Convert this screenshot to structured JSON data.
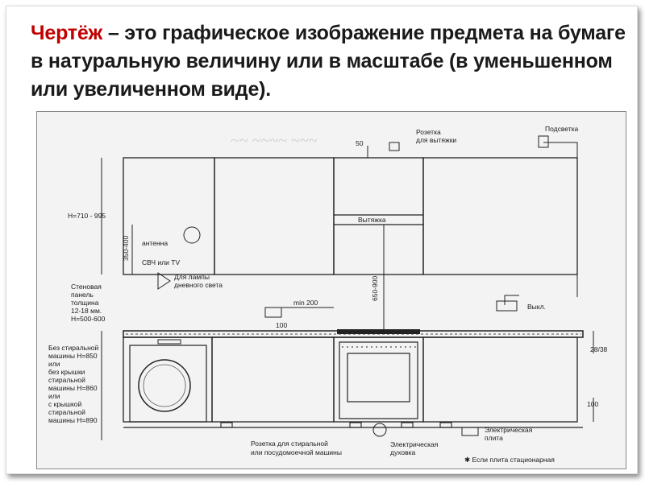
{
  "heading": {
    "term": "Чертёж",
    "definition": " – это графическое изображение предмета на бумаге в натуральную величину или в масштабе (в уменьшенном или увеличенном виде)."
  },
  "drawing": {
    "labels": {
      "dim_50": "50",
      "socket_hood_1": "Розетка",
      "socket_hood_2": "для вытяжки",
      "backlight": "Подсветка",
      "height_range": "H=710 - 995",
      "dim_350_400": "350-400",
      "antenna": "антенна",
      "mw_tv": "СВЧ или TV",
      "hood": "Вытяжка",
      "lamp_1": "Для лампы",
      "lamp_2": "дневного света",
      "dim_650_900": "650-900",
      "panel_1": "Стеновая",
      "panel_2": "панель",
      "panel_3": "толщина",
      "panel_4": "12-18 мм.",
      "panel_5": "H=500-600",
      "min_200": "min 200",
      "dim_100": "100",
      "switch": "Выкл.",
      "dim_28_38": "28/38",
      "washer_1": "Без стиральной",
      "washer_2": "машины H=850",
      "washer_3": "или",
      "washer_4": "без крышки",
      "washer_5": "стиральной",
      "washer_6": "машины H=860",
      "washer_7": "или",
      "washer_8": "с крышкой",
      "washer_9": "стиральной",
      "washer_10": "машины H=890",
      "dim_100_bottom": "100",
      "electric_stove_1": "Электрическая",
      "electric_stove_2": "плита",
      "socket_washer_1": "Розетка для стиральной",
      "socket_washer_2": "или посудомоечной машины",
      "electric_oven_1": "Электрическая",
      "electric_oven_2": "духовка",
      "stationary": "✱ Если плита стационарная"
    }
  }
}
